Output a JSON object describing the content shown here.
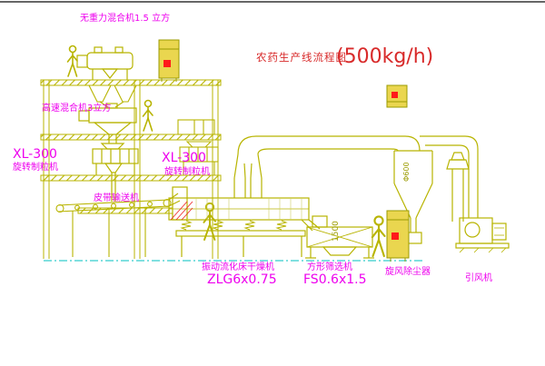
{
  "drawing": {
    "title": {
      "name": "农药生产线流程图",
      "capacity": "(500kg/h)"
    },
    "labels": {
      "gravity_mixer": "无重力混合机1.5 立方",
      "high_speed_mixer": "高速混合机3立方",
      "granulator_left_model": "XL-300",
      "granulator_left_name": "旋转制粒机",
      "granulator_right_model": "XL-300",
      "granulator_right_name": "旋转制粒机",
      "belt_conveyor": "皮带输送机",
      "dryer_name": "振动流化床干燥机",
      "dryer_model": "ZLG6x0.75",
      "sieve_name": "方形筛选机",
      "sieve_model": "FS0.6x1.5",
      "cyclone": "旋风除尘器",
      "fan": "引风机"
    },
    "dimensions": {
      "sieve_height": "1500",
      "cyclone_dia": "Φ600"
    },
    "colors": {
      "line_olive": "#b8b400",
      "label_magenta": "#ee00ee",
      "title_red": "#d82a2a",
      "indicator_red": "#ff1a1a",
      "foundation_cyan": "#00c2c2",
      "panel_fill": "#ead64f"
    }
  }
}
